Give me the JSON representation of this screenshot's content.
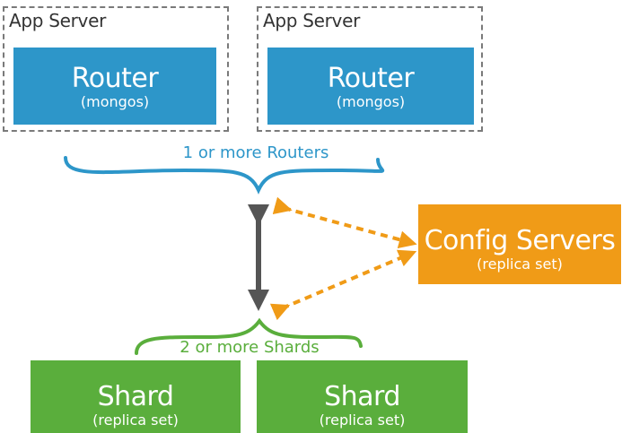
{
  "app_servers": [
    {
      "label": "App Server",
      "router": {
        "title": "Router",
        "subtitle": "(mongos)"
      }
    },
    {
      "label": "App Server",
      "router": {
        "title": "Router",
        "subtitle": "(mongos)"
      }
    }
  ],
  "routers_caption": "1 or more Routers",
  "config_servers": {
    "title": "Config Servers",
    "subtitle": "(replica set)"
  },
  "shards_caption": "2 or more Shards",
  "shards": [
    {
      "title": "Shard",
      "subtitle": "(replica set)"
    },
    {
      "title": "Shard",
      "subtitle": "(replica set)"
    }
  ],
  "colors": {
    "router": "#2d96c9",
    "config": "#f09b17",
    "shard": "#5aae3c",
    "arrow": "#555555"
  }
}
